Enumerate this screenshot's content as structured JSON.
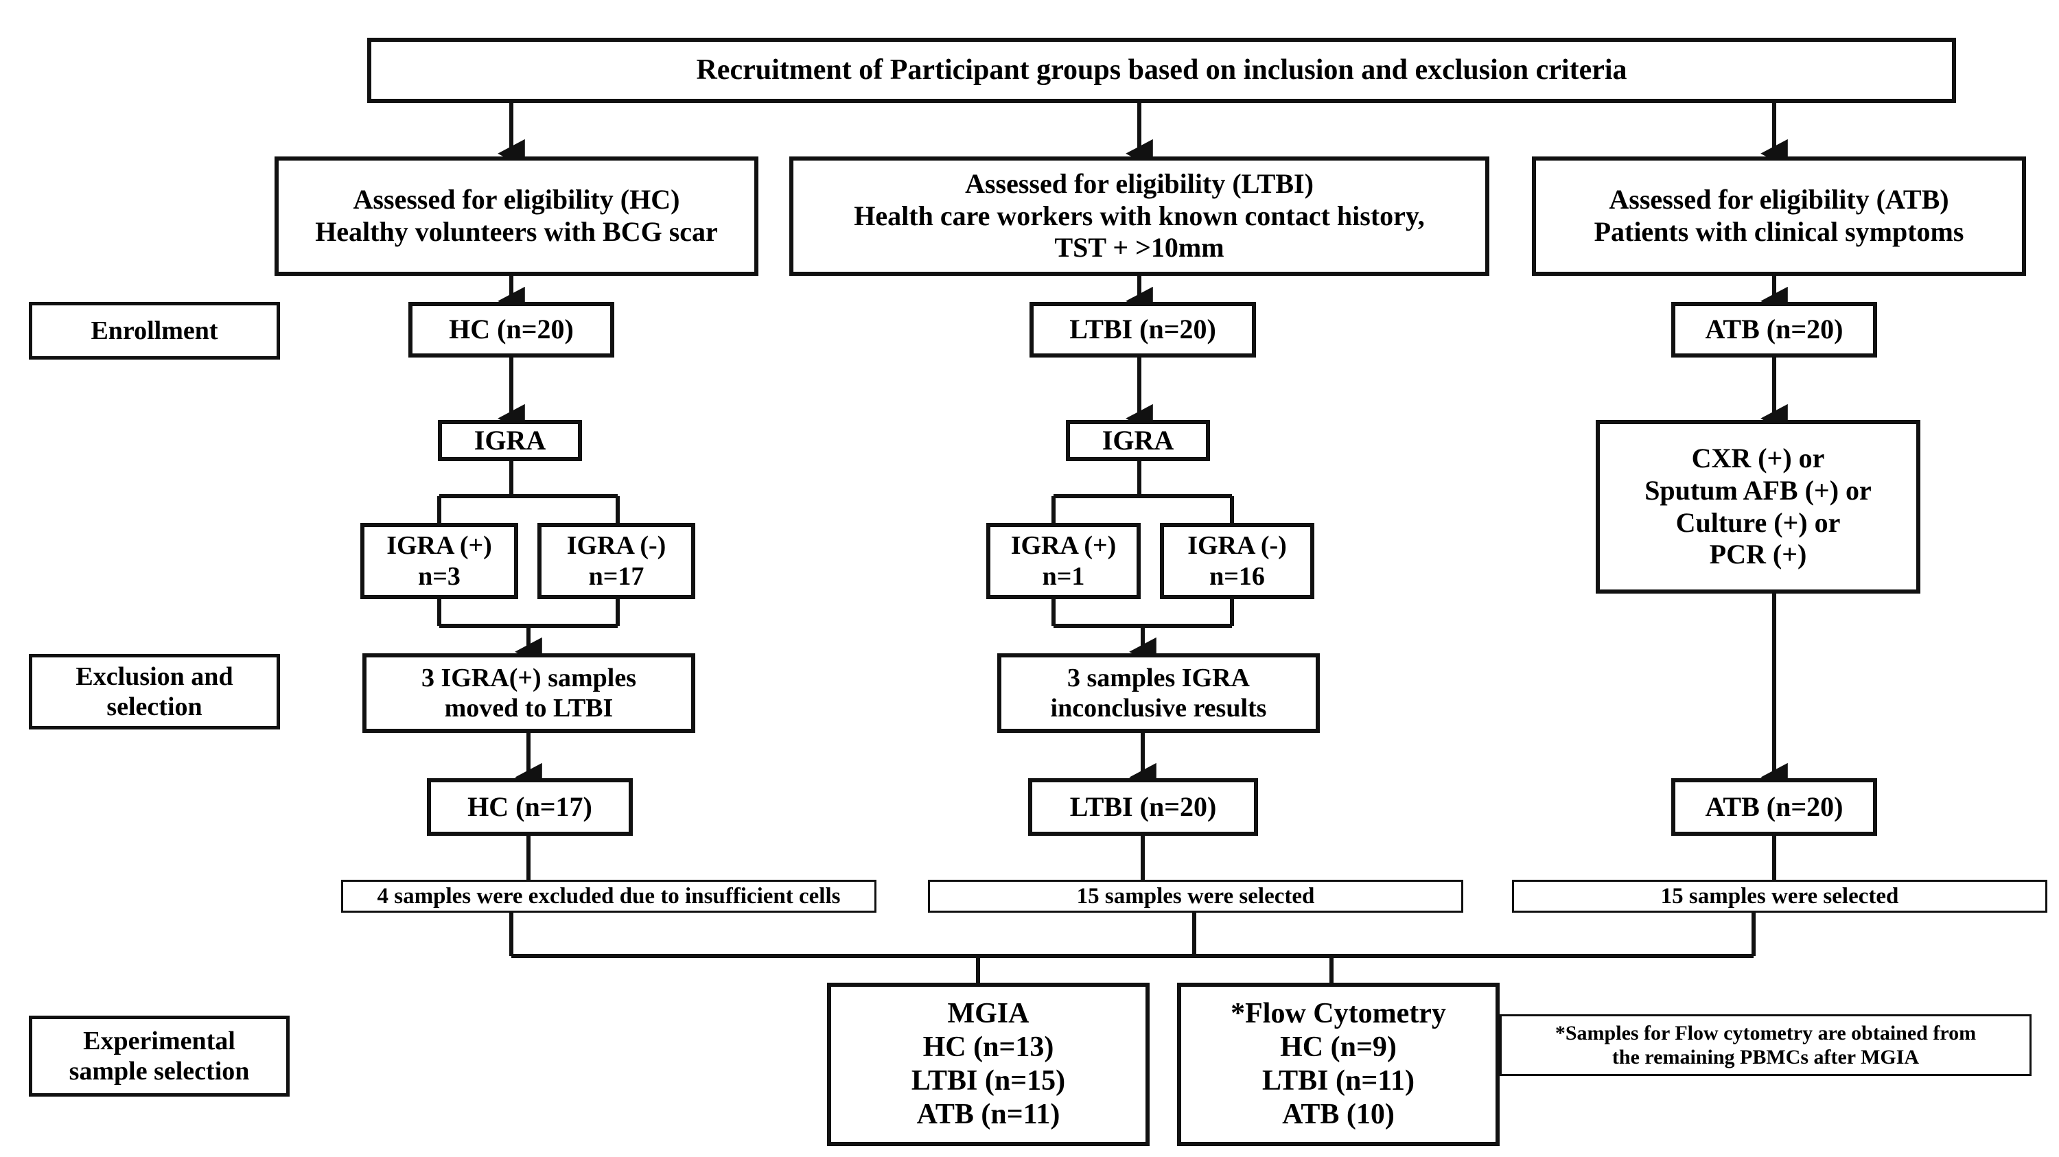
{
  "diagram": {
    "title": "Participant recruitment and experimental sample selection flowchart",
    "stage_labels": [
      {
        "id": "enrollment",
        "text": "Enrollment"
      },
      {
        "id": "exclusion-selection",
        "text": "Exclusion and\nselection"
      },
      {
        "id": "experimental-sample-selection",
        "text": "Experimental\nsample selection"
      }
    ],
    "recruitment": {
      "text": "Recruitment of Participant groups based on inclusion and exclusion criteria"
    },
    "columns": [
      {
        "id": "hc",
        "eligibility": "Assessed for eligibility (HC)\nHealthy volunteers with BCG scar",
        "enrollment": "HC (n=20)",
        "test": "IGRA",
        "test_positive": "IGRA (+)\nn=3",
        "test_negative": "IGRA (-)\nn=17",
        "exclusion": "3 IGRA(+) samples\nmoved to LTBI",
        "final_group": "HC (n=17)",
        "selection_bar": "4 samples were excluded due to insufficient cells"
      },
      {
        "id": "ltbi",
        "eligibility": "Assessed for eligibility (LTBI)\nHealth care workers with known contact history,\nTST + >10mm",
        "enrollment": "LTBI (n=20)",
        "test": "IGRA",
        "test_positive": "IGRA (+)\nn=1",
        "test_negative": "IGRA (-)\nn=16",
        "exclusion": "3 samples IGRA\ninconclusive results",
        "final_group": "LTBI (n=20)",
        "selection_bar": "15 samples were selected"
      },
      {
        "id": "atb",
        "eligibility": "Assessed for eligibility (ATB)\nPatients with clinical symptoms",
        "enrollment": "ATB (n=20)",
        "criteria": "CXR (+) or\nSputum AFB (+) or\nCulture (+) or\nPCR (+)",
        "final_group": "ATB (n=20)",
        "selection_bar": "15 samples were selected"
      }
    ],
    "experiments": [
      {
        "id": "mgia",
        "title": "MGIA",
        "rows": [
          "HC (n=13)",
          "LTBI (n=15)",
          "ATB (n=11)"
        ],
        "text": "MGIA\nHC (n=13)\nLTBI (n=15)\nATB (n=11)"
      },
      {
        "id": "flow-cytometry",
        "title": "*Flow Cytometry",
        "rows": [
          "HC (n=9)",
          "LTBI (n=11)",
          "ATB (10)"
        ],
        "text": "*Flow Cytometry\nHC (n=9)\nLTBI (n=11)\nATB (10)"
      }
    ],
    "footnote": "*Samples for Flow cytometry are obtained from\nthe remaining PBMCs after MGIA",
    "colors": {
      "line": "#111111",
      "background": "#ffffff",
      "text": "#000000"
    }
  }
}
